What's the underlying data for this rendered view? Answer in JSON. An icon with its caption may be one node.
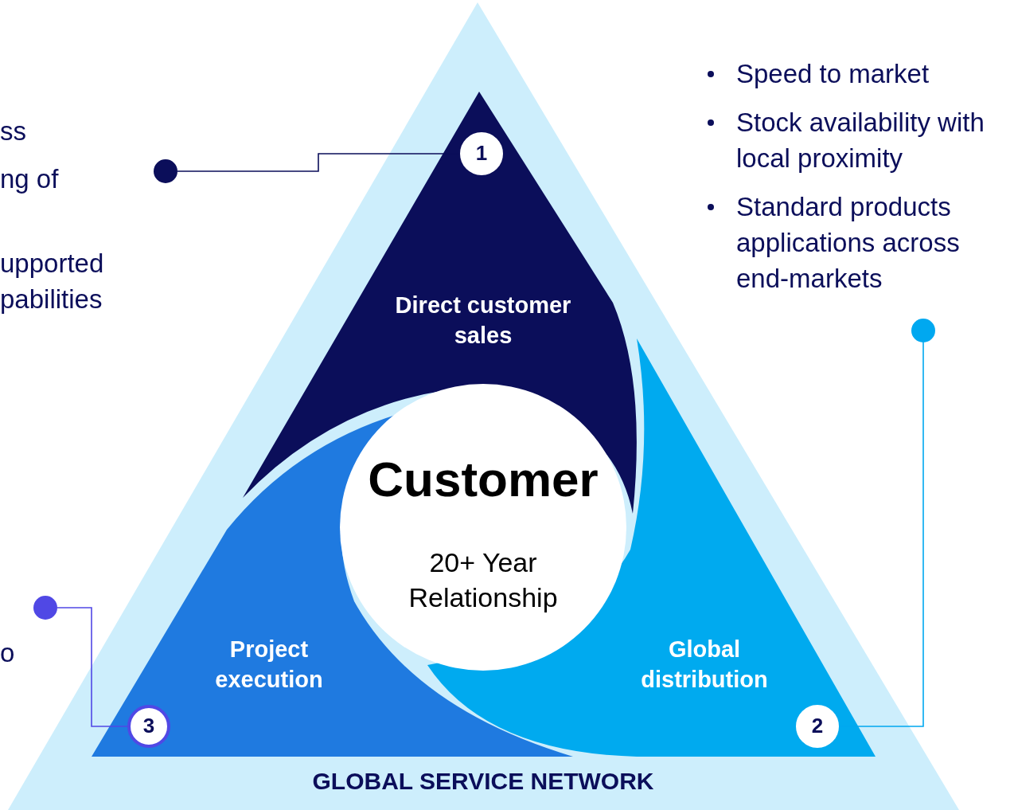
{
  "diagram": {
    "nodes": [
      {
        "text": [
          "GLOBAL SERVICE NETWORK"
        ]
      },
      {
        "text": [
          "Direct customer sales"
        ],
        "in": 0
      },
      {
        "text": [
          "Global distribution"
        ],
        "in": 0
      },
      {
        "text": [
          "Project execution"
        ],
        "in": 0
      },
      {
        "text": [
          "Customer",
          "20+ Year Relationship"
        ],
        "in": 0
      },
      {
        "text": [
          "1"
        ],
        "in": 1
      },
      {
        "text": [
          "2"
        ],
        "in": 2
      },
      {
        "text": [
          "3"
        ],
        "in": 3
      },
      {
        "text": [],
        "shape": "circle"
      },
      {
        "text": [],
        "shape": "circle"
      },
      {
        "text": [],
        "shape": "circle"
      }
    ],
    "edges": [
      {
        "from": 5,
        "to": 8,
        "arrow": "none",
        "color": "#0b0e5a"
      },
      {
        "from": 6,
        "to": 9,
        "arrow": "none",
        "color": "#00a8f0"
      },
      {
        "from": 7,
        "to": 10,
        "arrow": "none",
        "color": "#5048e5"
      }
    ],
    "labels": [
      "Speed to market",
      "Stock availability with local proximity",
      "Standard products applications across end-markets",
      "ss",
      "ng of",
      "upported pabilities",
      "o"
    ]
  }
}
